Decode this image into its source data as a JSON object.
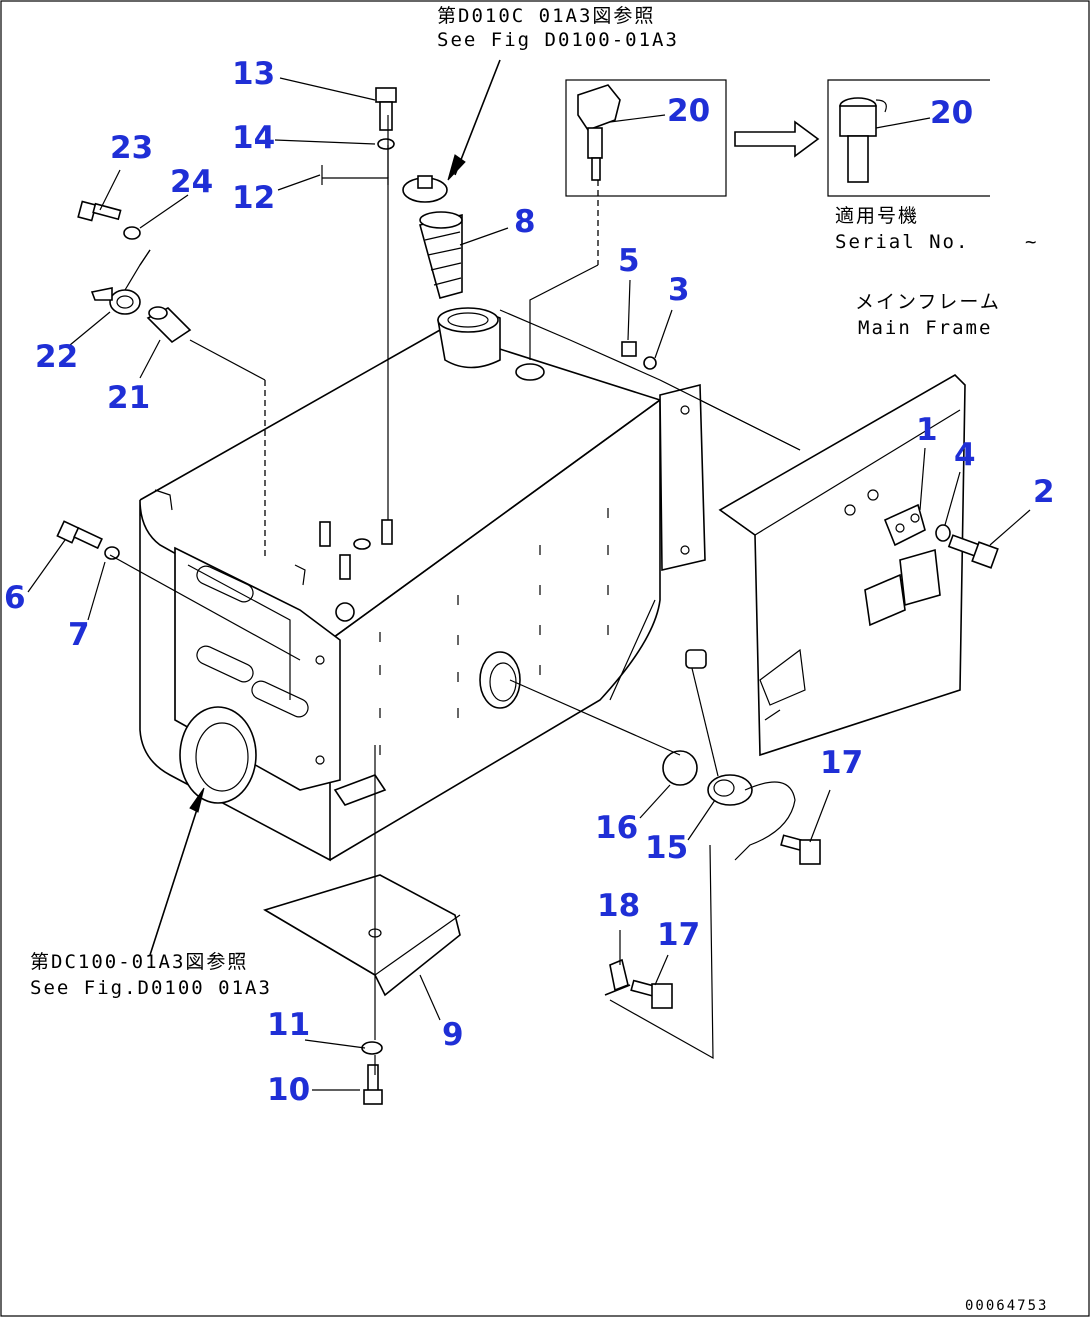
{
  "part_numbers": {
    "p1": "1",
    "p2": "2",
    "p3": "3",
    "p4": "4",
    "p5": "5",
    "p6": "6",
    "p7": "7",
    "p8": "8",
    "p9": "9",
    "p10": "10",
    "p11": "11",
    "p12": "12",
    "p13": "13",
    "p14": "14",
    "p15": "15",
    "p16": "16",
    "p17a": "17",
    "p17b": "17",
    "p18": "18",
    "p20a": "20",
    "p20b": "20",
    "p21": "21",
    "p22": "22",
    "p23": "23",
    "p24": "24"
  },
  "notes": {
    "top_ref_jp": "第D010C 01A3図参照",
    "top_ref_en": "See Fig D0100-01A3",
    "bottom_ref_jp": "第DC100-01A3図参照",
    "bottom_ref_en": "See Fig.D0100 01A3",
    "serial_jp": "適用号機",
    "serial_en": "Serial No.",
    "serial_suffix": "~",
    "frame_jp": "メインフレーム",
    "frame_en": "Main Frame"
  },
  "drawing_code": "00064753",
  "colors": {
    "callout": "#1f2fd6",
    "line": "#000000",
    "background": "#ffffff"
  }
}
